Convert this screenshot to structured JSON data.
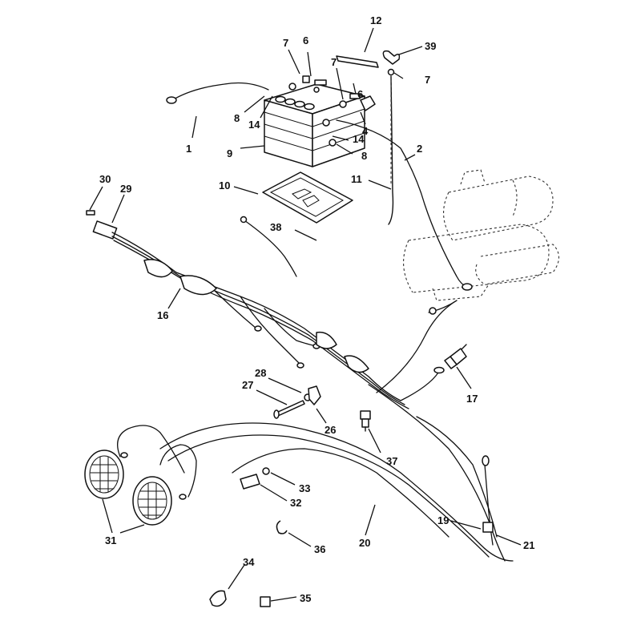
{
  "callouts": [
    {
      "id": "c1",
      "label": "1"
    },
    {
      "id": "c2",
      "label": "2"
    },
    {
      "id": "c4",
      "label": "4"
    },
    {
      "id": "c6a",
      "label": "6"
    },
    {
      "id": "c6b",
      "label": "6"
    },
    {
      "id": "c7a",
      "label": "7"
    },
    {
      "id": "c7b",
      "label": "7"
    },
    {
      "id": "c7c",
      "label": "7"
    },
    {
      "id": "c8a",
      "label": "8"
    },
    {
      "id": "c8b",
      "label": "8"
    },
    {
      "id": "c9",
      "label": "9"
    },
    {
      "id": "c10",
      "label": "10"
    },
    {
      "id": "c11",
      "label": "11"
    },
    {
      "id": "c12",
      "label": "12"
    },
    {
      "id": "c14a",
      "label": "14"
    },
    {
      "id": "c14b",
      "label": "14"
    },
    {
      "id": "c16",
      "label": "16"
    },
    {
      "id": "c17",
      "label": "17"
    },
    {
      "id": "c19",
      "label": "19"
    },
    {
      "id": "c20",
      "label": "20"
    },
    {
      "id": "c21",
      "label": "21"
    },
    {
      "id": "c26",
      "label": "26"
    },
    {
      "id": "c27",
      "label": "27"
    },
    {
      "id": "c28",
      "label": "28"
    },
    {
      "id": "c29",
      "label": "29"
    },
    {
      "id": "c30",
      "label": "30"
    },
    {
      "id": "c31",
      "label": "31"
    },
    {
      "id": "c32",
      "label": "32"
    },
    {
      "id": "c33",
      "label": "33"
    },
    {
      "id": "c34",
      "label": "34"
    },
    {
      "id": "c35",
      "label": "35"
    },
    {
      "id": "c36",
      "label": "36"
    },
    {
      "id": "c37",
      "label": "37"
    },
    {
      "id": "c38",
      "label": "38"
    },
    {
      "id": "c39",
      "label": "39"
    }
  ]
}
